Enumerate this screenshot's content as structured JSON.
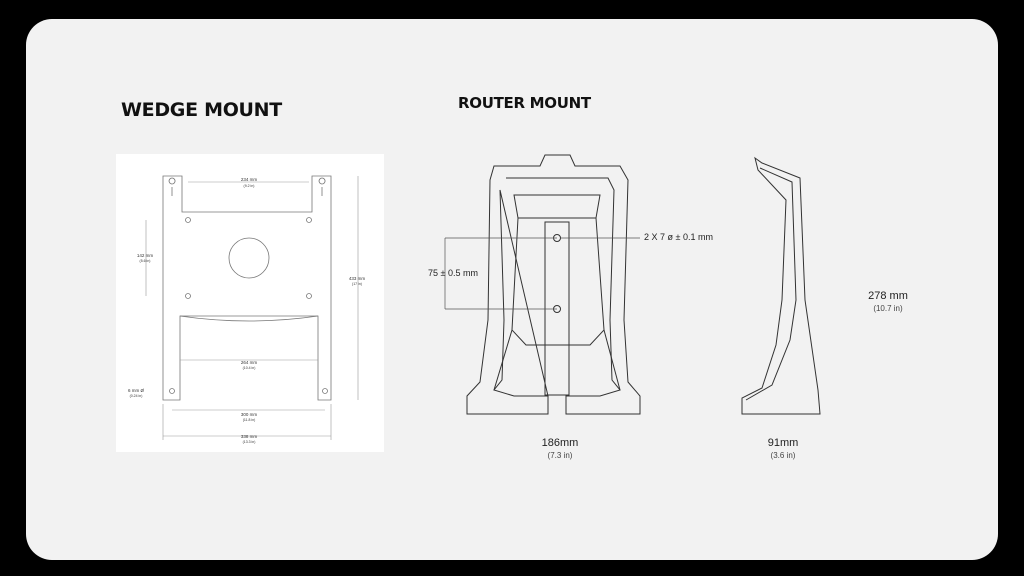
{
  "wedge": {
    "title": "WEDGE MOUNT",
    "dims": {
      "top_width": "234 mm",
      "top_width_in": "(9.2 in)",
      "hole_spacing": "142 mm",
      "hole_spacing_in": "(5.6 in)",
      "height": "433 mm",
      "height_in": "(17 in)",
      "mid_width": "264 mm",
      "mid_width_in": "(10.4 in)",
      "hole_dia": "6 mm Ø",
      "hole_dia_in": "(0.24 in)",
      "base_width": "300 mm",
      "base_width_in": "(11.8 in)",
      "overall_width": "338 mm",
      "overall_width_in": "(13.3 in)"
    }
  },
  "router": {
    "title": "ROUTER MOUNT",
    "holes_label": "2 X 7 ø ± 0.1 mm",
    "spacing_label": "75 ± 0.5 mm",
    "front_width": "186mm",
    "front_width_in": "(7.3 in)",
    "side_depth": "91mm",
    "side_depth_in": "(3.6 in)",
    "height": "278 mm",
    "height_in": "(10.7 in)"
  }
}
